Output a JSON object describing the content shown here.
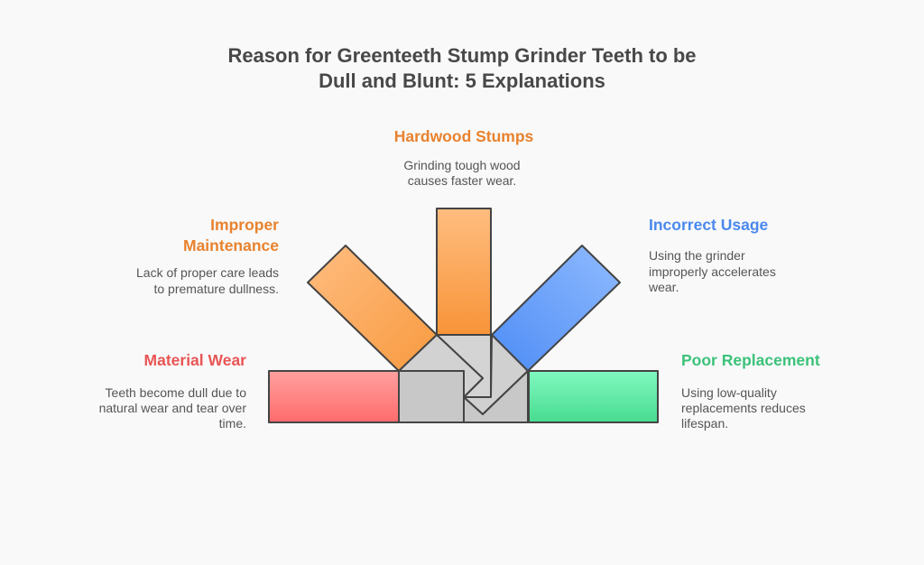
{
  "title": [
    "Reason for Greenteeth Stump Grinder Teeth to be",
    "Dull and Blunt: 5 Explanations"
  ],
  "colors": {
    "red": "#e85555",
    "orange": "#e8822e",
    "blue": "#4a88ee",
    "green": "#3cc27a",
    "hub": "#cccccc"
  },
  "items": {
    "hardwood": {
      "title": [
        "Hardwood Stumps"
      ],
      "desc": [
        "Grinding tough wood",
        "causes faster wear."
      ]
    },
    "maintenance": {
      "title": [
        "Improper",
        "Maintenance"
      ],
      "desc": [
        "Lack of proper care leads",
        "to premature dullness."
      ]
    },
    "usage": {
      "title": [
        "Incorrect Usage"
      ],
      "desc": [
        "Using the grinder",
        "improperly accelerates",
        "wear."
      ]
    },
    "material": {
      "title": [
        "Material Wear"
      ],
      "desc": [
        "Teeth become dull due to",
        "natural wear and tear over",
        "time."
      ]
    },
    "replacement": {
      "title": [
        "Poor Replacement"
      ],
      "desc": [
        "Using low-quality",
        "replacements reduces",
        "lifespan."
      ]
    }
  }
}
